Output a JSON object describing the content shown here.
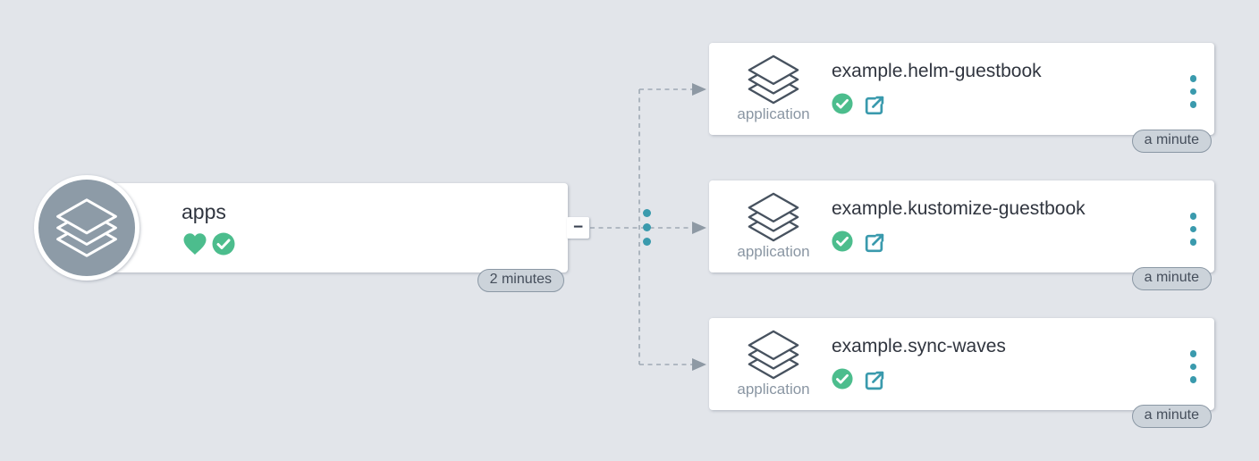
{
  "colors": {
    "background": "#e2e5ea",
    "card": "#ffffff",
    "accent_teal": "#3a9aad",
    "status_green": "#4cbd8d",
    "avatar_gray": "#8d9ba7",
    "icon_slate": "#47525f",
    "text_dark": "#30353f",
    "text_gray": "#8a96a3",
    "connector_gray": "#9fa9b4",
    "badge_bg": "#ccd3da"
  },
  "icons": {
    "resource": "layers-icon",
    "health": "heart-icon",
    "synced": "check-circle-icon",
    "external_link": "external-link-icon",
    "menu": "kebab-menu-icon",
    "collapse": "minus-icon"
  },
  "root_node": {
    "title": "apps",
    "age_badge": "2 minutes",
    "collapse_glyph": "−"
  },
  "child_nodes": [
    {
      "kind": "application",
      "title": "example.helm-guestbook",
      "age_badge": "a minute"
    },
    {
      "kind": "application",
      "title": "example.kustomize-guestbook",
      "age_badge": "a minute"
    },
    {
      "kind": "application",
      "title": "example.sync-waves",
      "age_badge": "a minute"
    }
  ]
}
